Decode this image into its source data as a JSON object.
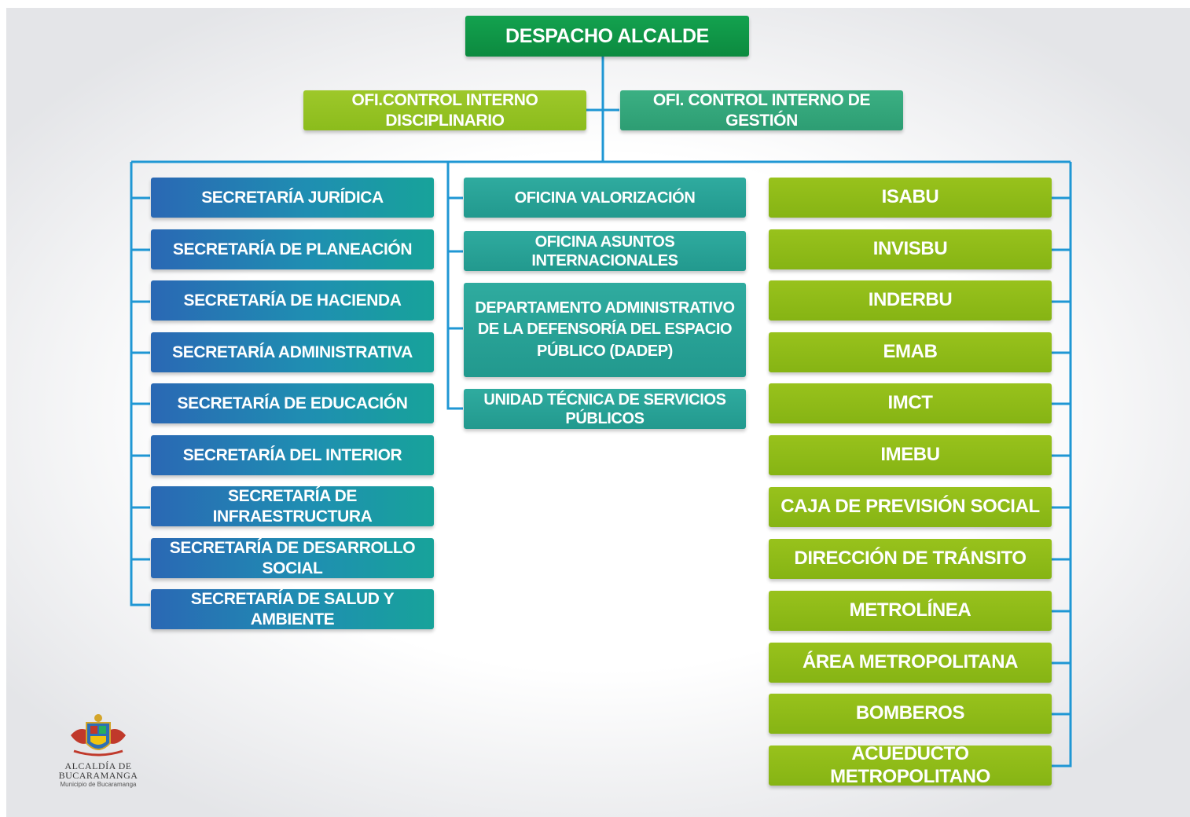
{
  "top": {
    "label": "DESPACHO ALCALDE"
  },
  "control_offices": [
    {
      "label": "OFI.CONTROL INTERNO DISCIPLINARIO"
    },
    {
      "label": "OFI. CONTROL INTERNO DE GESTIÓN"
    }
  ],
  "secretarias": [
    "SECRETARÍA JURÍDICA",
    "SECRETARÍA DE PLANEACIÓN",
    "SECRETARÍA DE HACIENDA",
    "SECRETARÍA ADMINISTRATIVA",
    "SECRETARÍA DE EDUCACIÓN",
    "SECRETARÍA DEL INTERIOR",
    "SECRETARÍA DE INFRAESTRUCTURA",
    "SECRETARÍA DE DESARROLLO SOCIAL",
    "SECRETARÍA DE SALUD Y AMBIENTE"
  ],
  "oficinas": [
    {
      "lines": [
        "OFICINA VALORIZACIÓN"
      ]
    },
    {
      "lines": [
        "OFICINA ASUNTOS INTERNACIONALES"
      ]
    },
    {
      "lines": [
        "DEPARTAMENTO ADMINISTRATIVO",
        "DE LA DEFENSORÍA DEL ESPACIO",
        "PÚBLICO (DADEP)"
      ]
    },
    {
      "lines": [
        "UNIDAD TÉCNICA DE SERVICIOS PÚBLICOS"
      ]
    }
  ],
  "entidades": [
    "ISABU",
    "INVISBU",
    "INDERBU",
    "EMAB",
    "IMCT",
    "IMEBU",
    "CAJA DE PREVISIÓN SOCIAL",
    "DIRECCIÓN DE TRÁNSITO",
    "METROLÍNEA",
    "ÁREA METROPOLITANA",
    "BOMBEROS",
    "ACUEDUCTO METROPOLITANO"
  ],
  "logo": {
    "line1": "ALCALDÍA DE",
    "line2": "BUCARAMANGA",
    "line3": "Municipio de Bucaramanga"
  },
  "colors": {
    "top": "#0c8a3f",
    "connector": "#1f97d4",
    "secretarias": "#2a68b4",
    "oficinas": "#22998e",
    "entidades": "#8bbc1c"
  }
}
